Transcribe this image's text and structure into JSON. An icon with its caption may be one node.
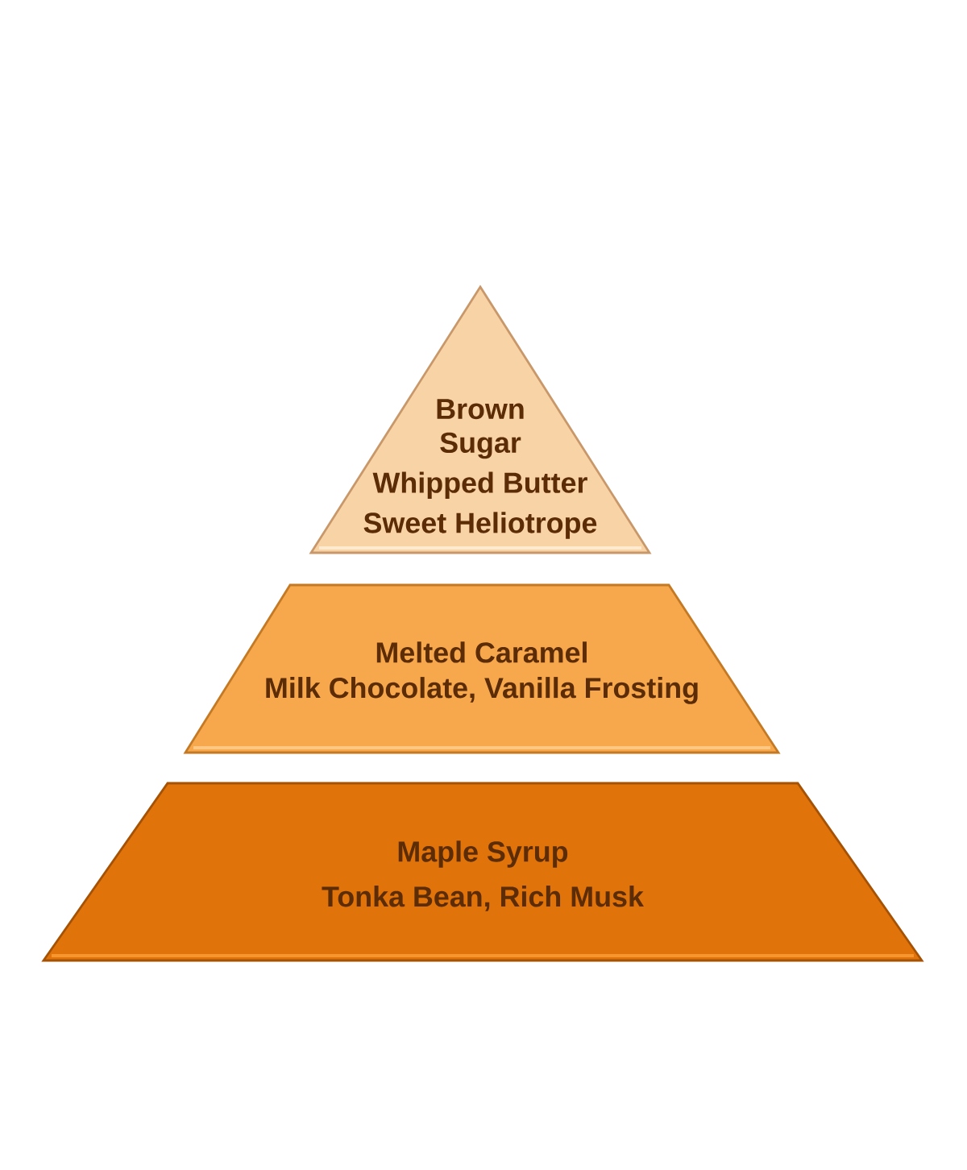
{
  "diagram": {
    "nodes": [
      {
        "text": [
          "Brown Sugar",
          "Whipped Butter",
          "Sweet Heliotrope"
        ]
      },
      {
        "text": [
          "Melted Caramel",
          "Milk Chocolate, Vanilla Frosting"
        ]
      },
      {
        "text": [
          "Maple Syrup",
          "Tonka Bean, Rich Musk"
        ]
      }
    ]
  }
}
